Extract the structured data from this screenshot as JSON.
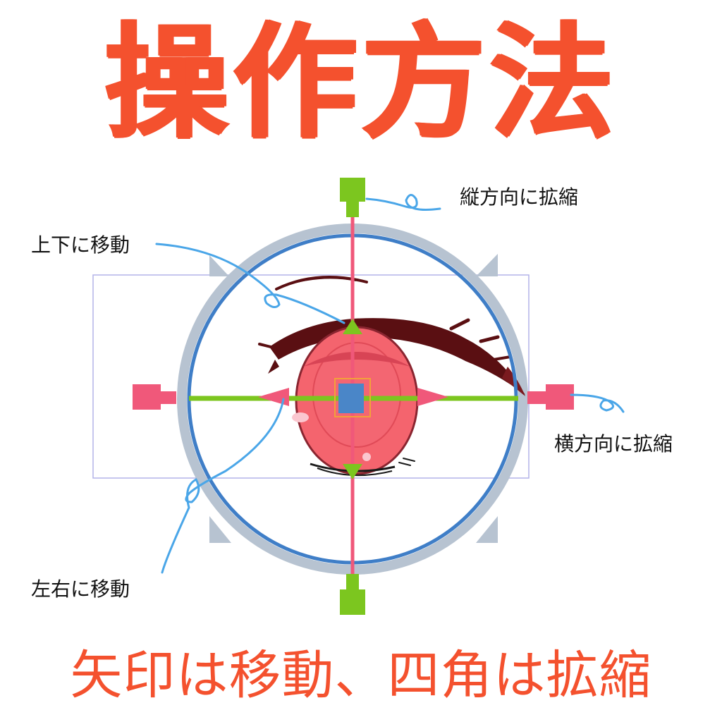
{
  "title": "操作方法",
  "caption": "矢印は移動、四角は拡縮",
  "labels": {
    "vertical_scale": "縦方向に拡縮",
    "vertical_move": "上下に移動",
    "horizontal_scale": "横方向に拡縮",
    "horizontal_move": "左右に移動"
  },
  "colors": {
    "title_red": "#f4512e",
    "handle_green": "#7cc61f",
    "handle_pink": "#f0587a",
    "axis_red": "#f0587a",
    "axis_green": "#7cc61f",
    "inner_ring_blue": "#3f7ec7",
    "outer_ring_gray": "#b7c3d1",
    "center_blue": "#4a86c8",
    "callout_blue": "#4aa6e8",
    "iris_red": "#f4646e",
    "lash_dark": "#5a0f12"
  }
}
